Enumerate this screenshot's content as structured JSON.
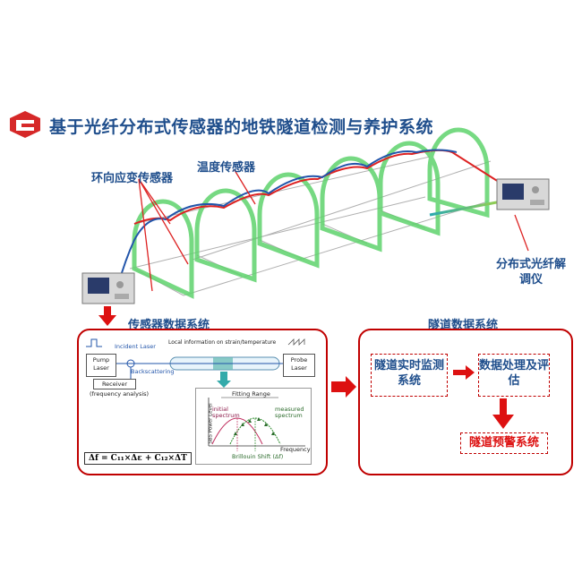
{
  "title": "基于光纤分布式传感器的地铁隧道检测与养护系统",
  "labels": {
    "ring_strain_sensor": "环向应变传感器",
    "temperature_sensor": "温度传感器",
    "demodulator": "分布式光纤解调仪",
    "sensor_data_system": "传感器数据系统",
    "tunnel_data_system": "隧道数据系统"
  },
  "sensor_panel": {
    "pump_laser": "Pump Laser",
    "incident_laser": "Incident Laser",
    "local_info": "Local information on strain/temperature",
    "probe_laser": "Probe Laser",
    "backscattering": "Backscattering",
    "receiver": "Receiver",
    "freq_analysis": "(frequency analysis)",
    "fitting_range": "Fitting Range",
    "initial_spectrum": "initial spectrum",
    "measured_spectrum": "measured spectrum",
    "y_axis": "SBS Power Level",
    "x_axis": "Frequency",
    "brillouin_shift": "Brillouin Shift (Δf)",
    "formula": "Δf = C₁₁×Δε + C₁₂×ΔT"
  },
  "tunnel_panel": {
    "realtime_monitor": "隧道实时监测系统",
    "data_processing": "数据处理及评估",
    "warning_system": "隧道预警系统"
  },
  "colors": {
    "title_blue": "#1f4e8c",
    "frame_red": "#c00000",
    "ring_green": "#55cc66",
    "fiber_red": "#dd2222",
    "fiber_blue": "#2255aa"
  }
}
